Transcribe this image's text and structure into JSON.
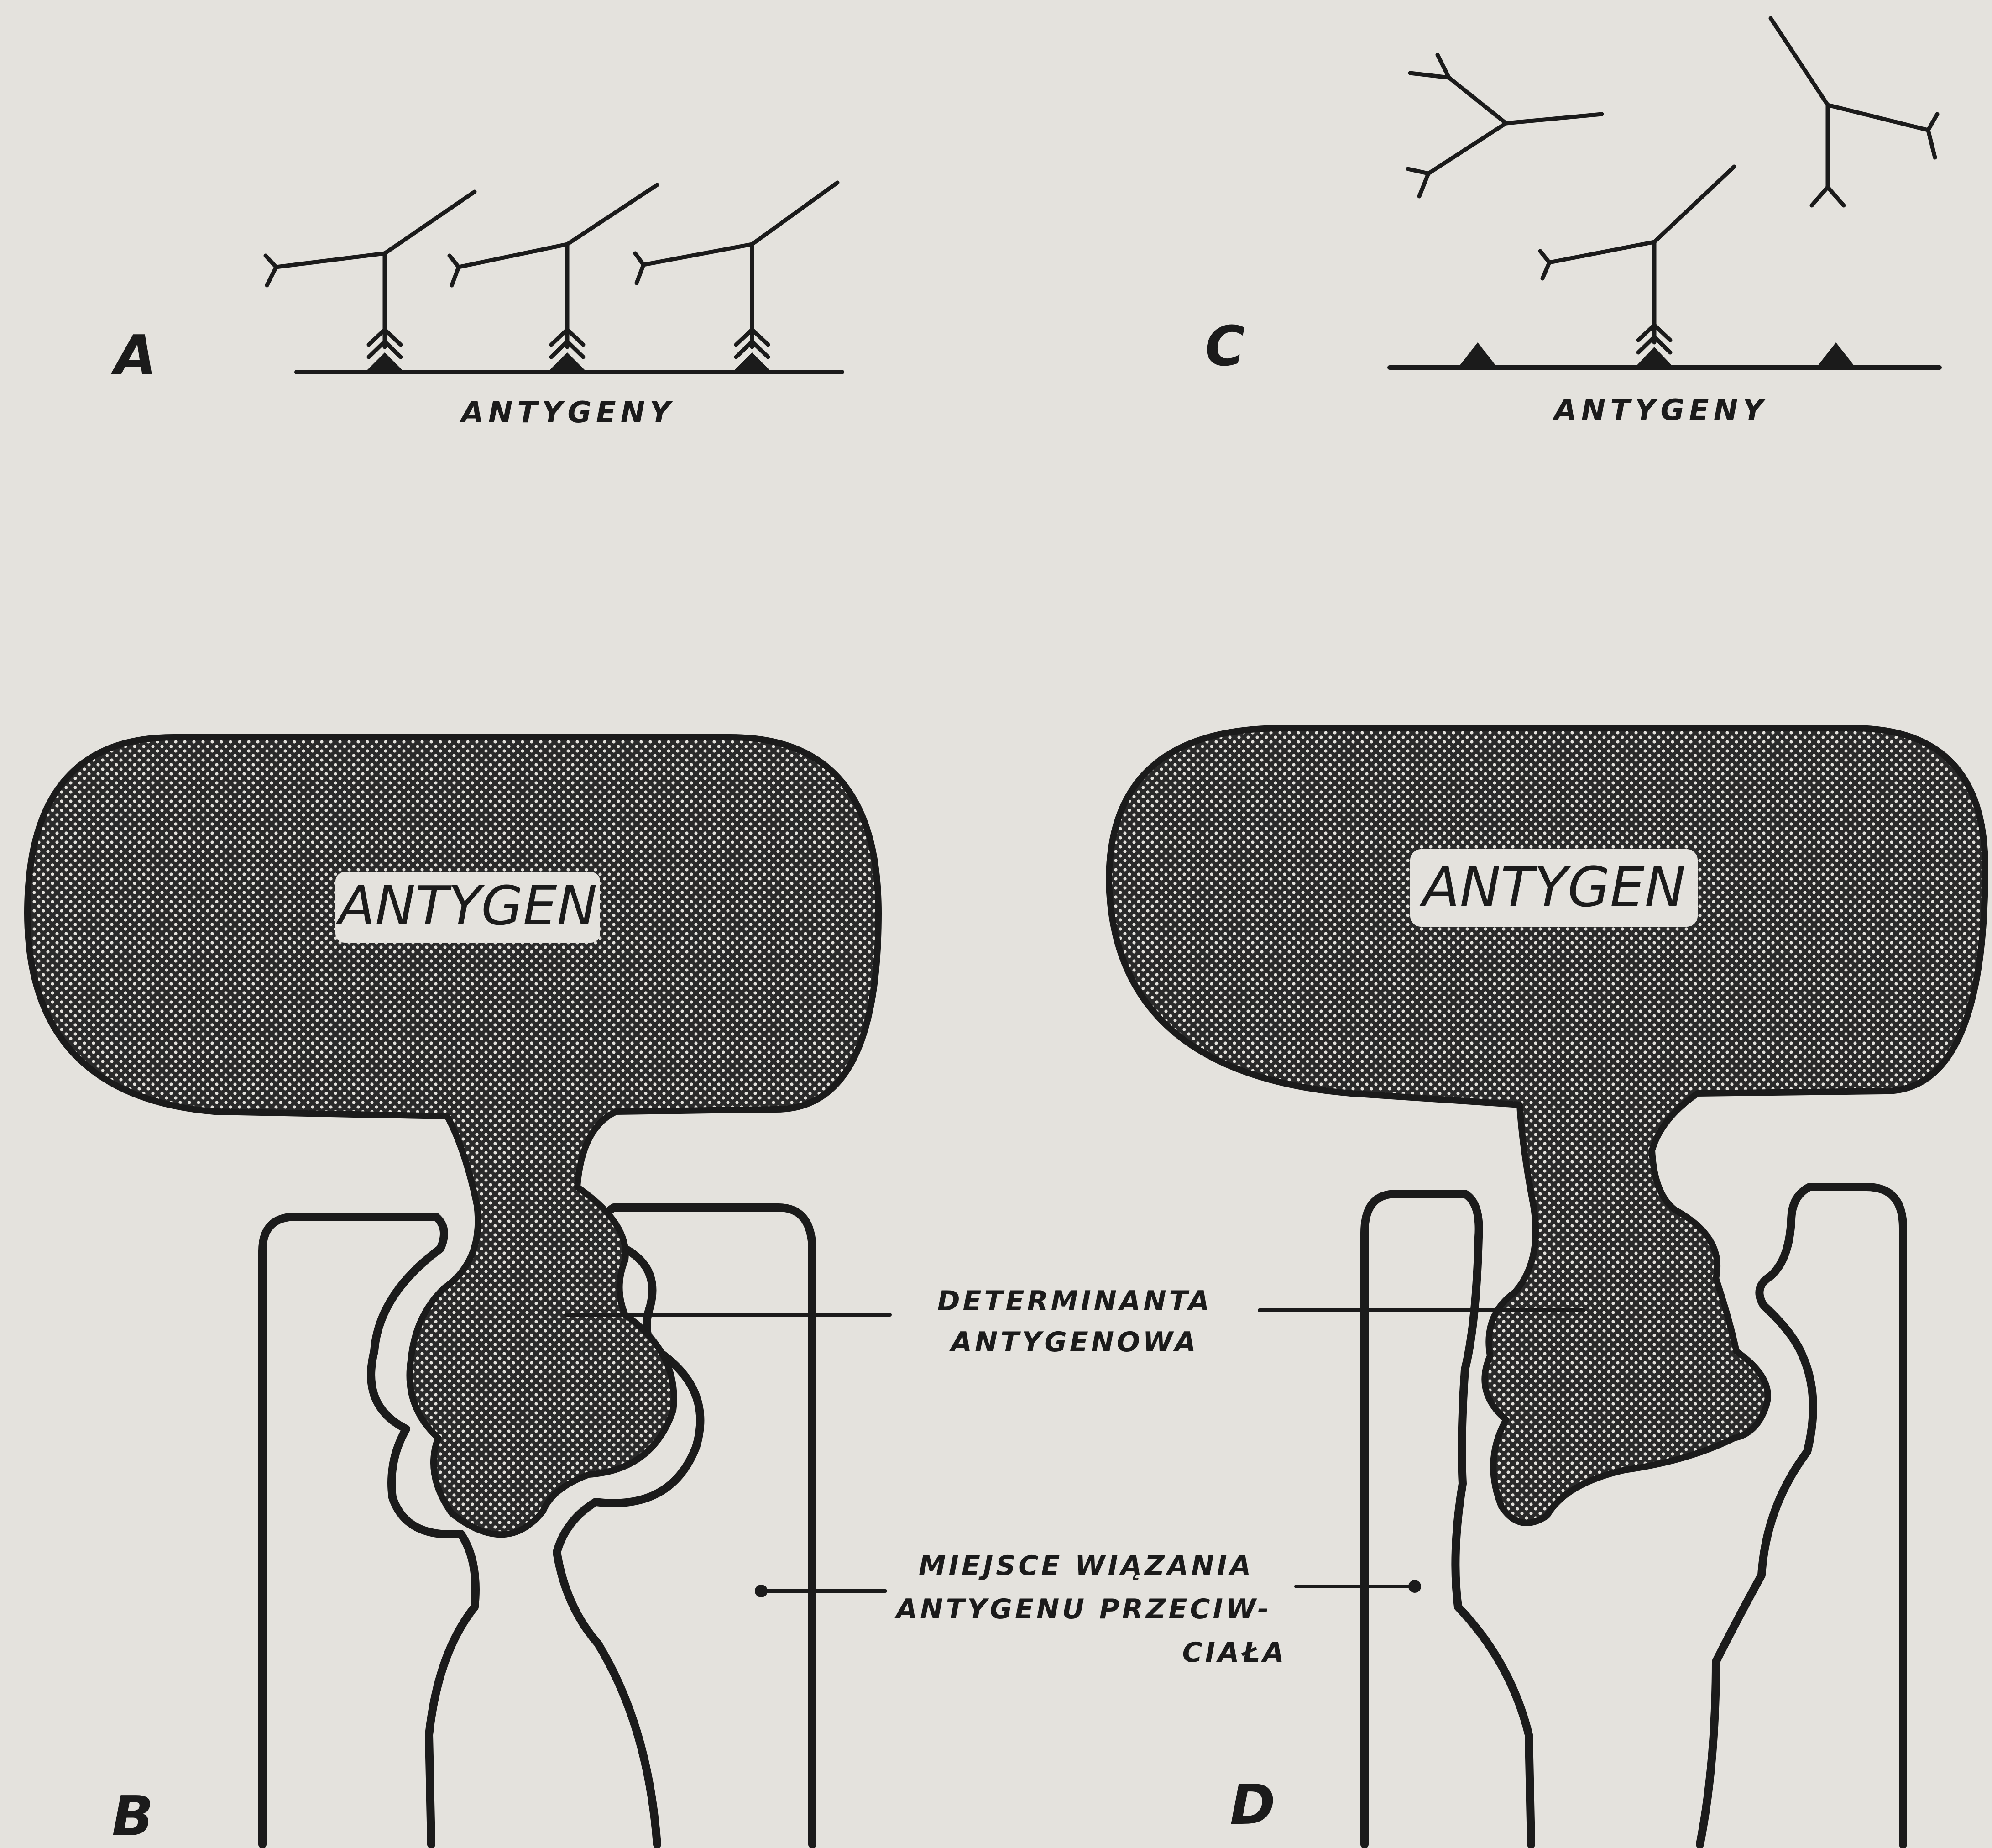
{
  "panels": {
    "a": {
      "letter": "A",
      "surface_label": "ANTYGENY"
    },
    "b": {
      "letter": "B",
      "antigen_label": "ANTYGEN"
    },
    "c": {
      "letter": "C",
      "surface_label": "ANTYGENY"
    },
    "d": {
      "letter": "D",
      "antigen_label": "ANTYGEN"
    }
  },
  "labels": {
    "determinant": [
      "DETERMINANTA",
      "ANTYGENOWA"
    ],
    "binding_site": [
      "MIEJSCE WIĄZANIA",
      "ANTYGENU PRZECIW-",
      "CIAŁA"
    ]
  },
  "colors": {
    "paper": "#e4e2dd",
    "ink": "#1b1b1b"
  }
}
